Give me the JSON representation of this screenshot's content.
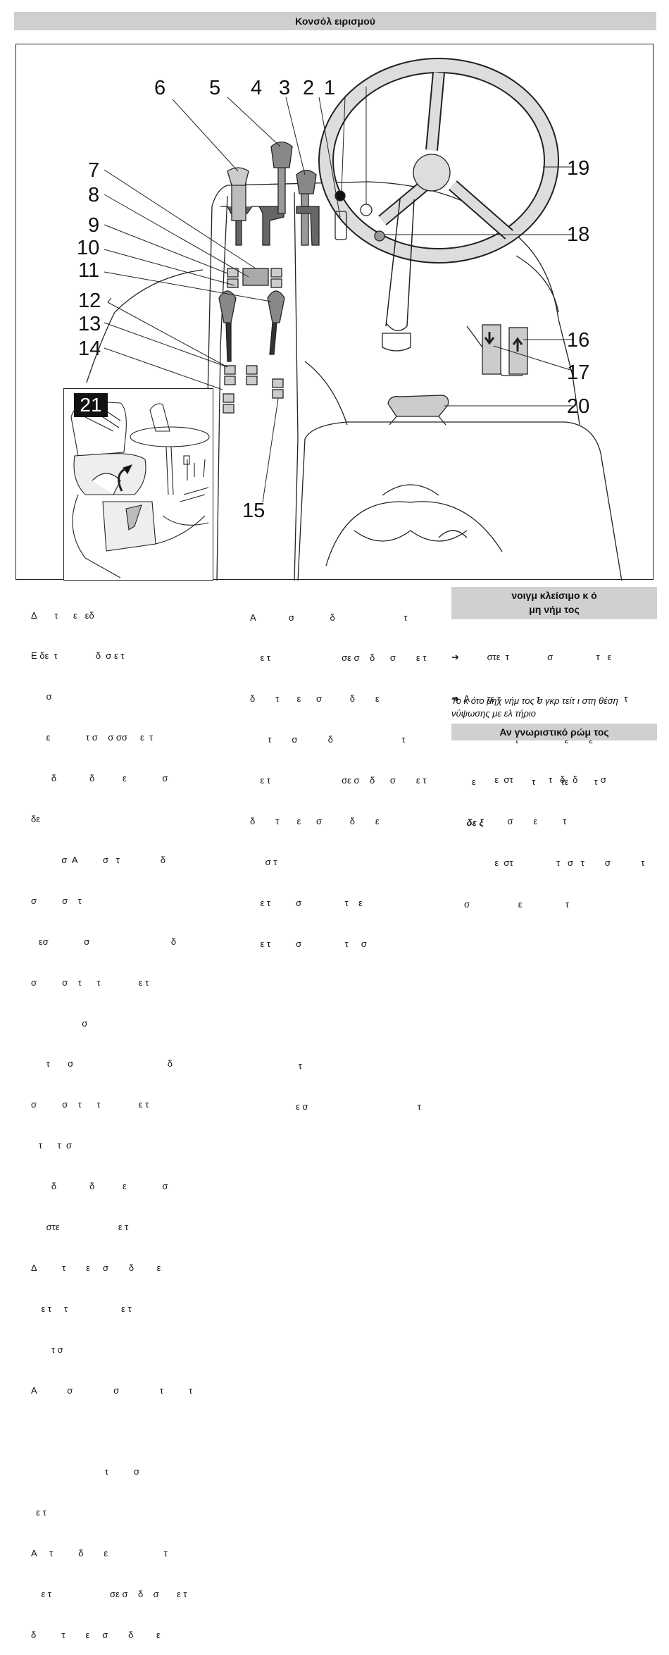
{
  "header": {
    "title": "Κονσόλ     ειρισμού"
  },
  "figure": {
    "callouts": [
      "1",
      "2",
      "3",
      "4",
      "5",
      "6",
      "7",
      "8",
      "9",
      "10",
      "11",
      "12",
      "13",
      "14",
      "15",
      "16",
      "17",
      "18",
      "19",
      "20"
    ],
    "inset_label": "21"
  },
  "col1": [
    "Δ       τ      ε   εδ",
    "Ε δε  τ               δ  σ ε τ",
    "      σ",
    "      ε              τ σ    σ σσ     ε  τ",
    "        δ             δ           ε              σ",
    "δε",
    "            σ  Α          σ   τ                δ",
    "σ          σ    τ",
    "   εσ              σ                                δ",
    "σ          σ    τ      τ               ε τ",
    "                    σ",
    "      τ       σ                                     δ",
    "σ          σ    τ      τ               ε τ",
    "   τ      τ  σ",
    "        δ             δ           ε              σ",
    "      στε                       ε τ",
    "Δ          τ        ε     σ        δ         ε",
    "    ε τ     τ                     ε τ",
    "        τ σ",
    "Α            σ                σ                τ          τ",
    "",
    "                             τ          σ",
    "  ε τ",
    "Α     τ          δ        ε                      τ",
    "    ε τ                       σε σ    δ    σ       ε τ",
    "δ          τ        ε     σ        δ         ε"
  ],
  "col2": [
    "Α             σ              δ                           τ",
    "    ε τ                            σε σ    δ      σ        ε τ",
    "δ        τ       ε      σ           δ        ε",
    "       τ        σ            δ                           τ",
    "    ε τ                            σε σ    δ      σ        ε τ",
    "δ        τ       ε      σ           δ        ε",
    "      σ τ",
    "    ε τ          σ                 τ    ε",
    "    ε τ          σ                 τ     σ",
    "",
    "",
    "                   τ",
    "                  ε σ                                           τ"
  ],
  "box1": {
    "line1": "νοιγμ    κλείσιμο κ        ό",
    "line2": "μη     νήμ  τος"
  },
  "col3": [
    "➔           στε  τ               σ                 τ   ε",
    "➔  Α       τε τ              τ                                 τ",
    "                         τ                  ε        ε",
    "        ε                      τ          τε          τ",
    "      δε ξ"
  ],
  "italic_note": "Το κ      ότο  μηχ  νήμ  τος σ  γκρ  τείτ  ι στη θέση    νύψωσης με ελ     τήριο",
  "box2": {
    "label": "Αν   γνωριστικό     ρώμ    τος"
  },
  "col4": [
    "                 ε  στ              τ   δ   δ         σ",
    "                      σ        ε          τ",
    "                 ε  στ                 τ   σ   τ        σ            τ",
    "     σ                   ε                 τ"
  ]
}
